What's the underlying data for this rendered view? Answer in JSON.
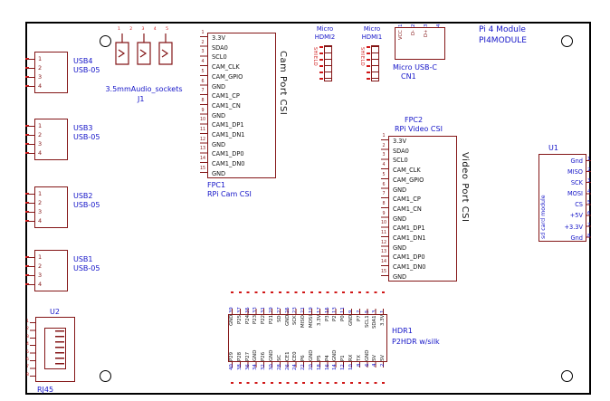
{
  "colors": {
    "maroon": "#841617",
    "blue": "#1414c8",
    "red": "#d01818",
    "ink": "#141414",
    "frame": "#000000",
    "bg": "#ffffff"
  },
  "title": {
    "line1": "Pi 4 Module",
    "line2": "PI4MODULE"
  },
  "usb_pin_numbers": [
    "1",
    "2",
    "3",
    "4"
  ],
  "usb_ports": [
    {
      "ref": "USB4",
      "value": "USB-05"
    },
    {
      "ref": "USB3",
      "value": "USB-05"
    },
    {
      "ref": "USB2",
      "value": "USB-05"
    },
    {
      "ref": "USB1",
      "value": "USB-05"
    }
  ],
  "audio": {
    "value": "3.5mmAudio_sockets",
    "ref": "J1",
    "pin_numbers": [
      "1",
      "2",
      "3",
      "4",
      "5"
    ]
  },
  "hdmi_ports": [
    {
      "name_line1": "Micro",
      "name_line2": "HDMI2",
      "shield": "SHIELD"
    },
    {
      "name_line1": "Micro",
      "name_line2": "HDMI1",
      "shield": "SHIELD"
    }
  ],
  "usb_c": {
    "value": "Micro USB-C",
    "ref": "CN1",
    "pin_numbers": [
      "1",
      "2",
      "3",
      "4"
    ],
    "pin_names": [
      "VCC",
      "D-",
      "D+"
    ]
  },
  "cam_csi": {
    "ref": "FPC1",
    "value": "RPi Cam CSI",
    "port_label": "Cam Port CSI",
    "pin_numbers": [
      "1",
      "2",
      "3",
      "4",
      "5",
      "6",
      "7",
      "8",
      "9",
      "10",
      "11",
      "12",
      "13",
      "14",
      "15"
    ],
    "pin_names": [
      "3.3V",
      "SDA0",
      "SCL0",
      "CAM_CLK",
      "CAM_GPIO",
      "GND",
      "CAM1_CP",
      "CAM1_CN",
      "GND",
      "CAM1_DP1",
      "CAM1_DN1",
      "GND",
      "CAM1_DP0",
      "CAM1_DN0",
      "GND"
    ]
  },
  "video_csi": {
    "ref": "FPC2",
    "value": "RPi Video CSI",
    "port_label": "Video Port CSI",
    "pin_numbers": [
      "1",
      "2",
      "3",
      "4",
      "5",
      "6",
      "7",
      "8",
      "9",
      "10",
      "11",
      "12",
      "13",
      "14",
      "15"
    ],
    "pin_names": [
      "3.3V",
      "SDA0",
      "SCL0",
      "CAM_CLK",
      "CAM_GPIO",
      "GND",
      "CAM1_CP",
      "CAM1_CN",
      "GND",
      "CAM1_DP1",
      "CAM1_DN1",
      "GND",
      "CAM1_DP0",
      "CAM1_DN0",
      "GND"
    ]
  },
  "sd_module": {
    "ref": "U1",
    "label": "sd card module",
    "pin_names": [
      "Gnd",
      "MISO",
      "SCK",
      "MOSI",
      "CS",
      "+5V",
      "+3.3V",
      "Gnd"
    ],
    "pin_numbers": [
      "1",
      "2",
      "3",
      "4",
      "5",
      "6",
      "7",
      "8"
    ]
  },
  "header": {
    "ref": "HDR1",
    "value": "P2HDR w/silk",
    "top_numbers": [
      "39",
      "37",
      "35",
      "33",
      "31",
      "29",
      "27",
      "25",
      "23",
      "21",
      "19",
      "17",
      "15",
      "13",
      "11",
      "9",
      "7",
      "5",
      "3",
      "1"
    ],
    "top_names": [
      "GND",
      "P25",
      "P24",
      "P23",
      "P22",
      "P21",
      "SD",
      "GND",
      "SCK",
      "MISO",
      "MOSI",
      "3.3V",
      "P3",
      "P2",
      "P0",
      "GND",
      "P7",
      "SCL1",
      "SDA1",
      "3.3V"
    ],
    "bottom_names": [
      "P29",
      "P28",
      "P27",
      "GND",
      "P26",
      "GND",
      "SC",
      "CE1",
      "CE0",
      "P6",
      "GND",
      "P5",
      "P4",
      "GND",
      "P1",
      "RX",
      "TX",
      "GND",
      "5V",
      "5V"
    ],
    "bottom_numbers": [
      "40",
      "38",
      "36",
      "34",
      "32",
      "30",
      "28",
      "26",
      "24",
      "22",
      "20",
      "18",
      "16",
      "14",
      "12",
      "10",
      "8",
      "6",
      "4",
      "2"
    ]
  },
  "ethernet": {
    "ref": "U2",
    "value": "RJ45",
    "pin_numbers": [
      "1",
      "2",
      "3",
      "4",
      "5",
      "6",
      "7",
      "8"
    ]
  }
}
